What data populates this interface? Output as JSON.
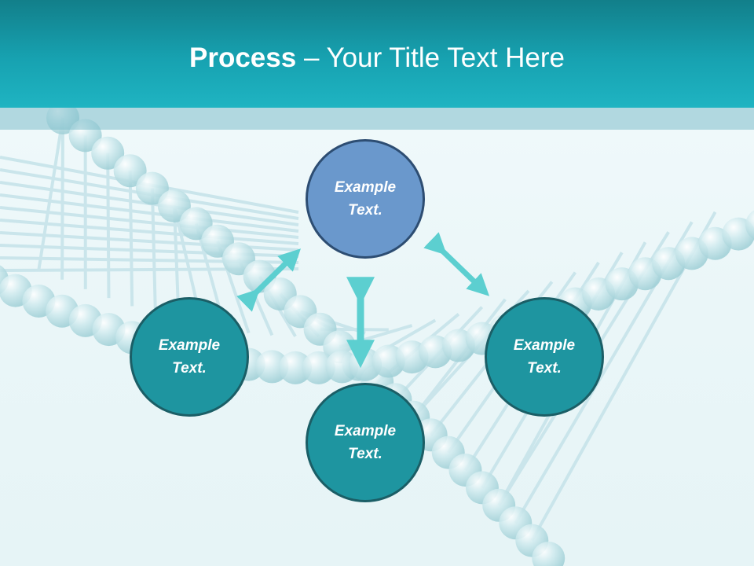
{
  "title": {
    "bold": "Process",
    "rest": " – Your Title Text Here"
  },
  "nodes": [
    {
      "id": "top",
      "text": "Example Text."
    },
    {
      "id": "left",
      "text": "Example Text."
    },
    {
      "id": "right",
      "text": "Example Text."
    },
    {
      "id": "bottom",
      "text": "Example Text."
    }
  ],
  "colors": {
    "header": "#17a2b1",
    "circle_fill": "#1e95a0",
    "circle_top_fill": "#6a98cc",
    "arrow": "#5ccfd0"
  },
  "icons": {
    "arrow": "double-headed-arrow",
    "background": "dna-helix"
  }
}
